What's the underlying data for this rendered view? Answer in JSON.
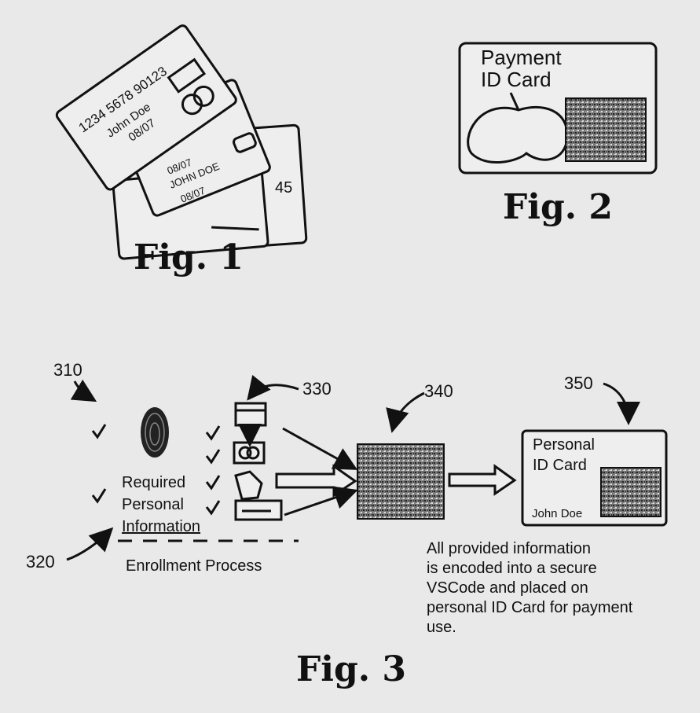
{
  "fig1": {
    "caption": "Fig. 1",
    "card_number": "1234 5678 90123",
    "card_name": "John Doe",
    "card_expiry": "08/07",
    "card2_expiry": "08/07",
    "card2_name": "JOHN DOE",
    "card2_date": "08/07",
    "card3_number": "45"
  },
  "fig2": {
    "caption": "Fig. 2",
    "card_line1": "Payment",
    "card_line2": "ID Card"
  },
  "fig3": {
    "caption": "Fig. 3",
    "ref_310": "310",
    "ref_320": "320",
    "ref_330": "330",
    "ref_340": "340",
    "ref_350": "350",
    "required_line1": "Required",
    "required_line2": "Personal",
    "required_line3": "Information",
    "enrollment": "Enrollment Process",
    "card_title1": "Personal",
    "card_title2": "ID Card",
    "card_name": "John Doe",
    "description": [
      "All provided information",
      "is encoded into a secure",
      "VSCode and placed on",
      "personal ID Card for payment",
      "use."
    ]
  }
}
